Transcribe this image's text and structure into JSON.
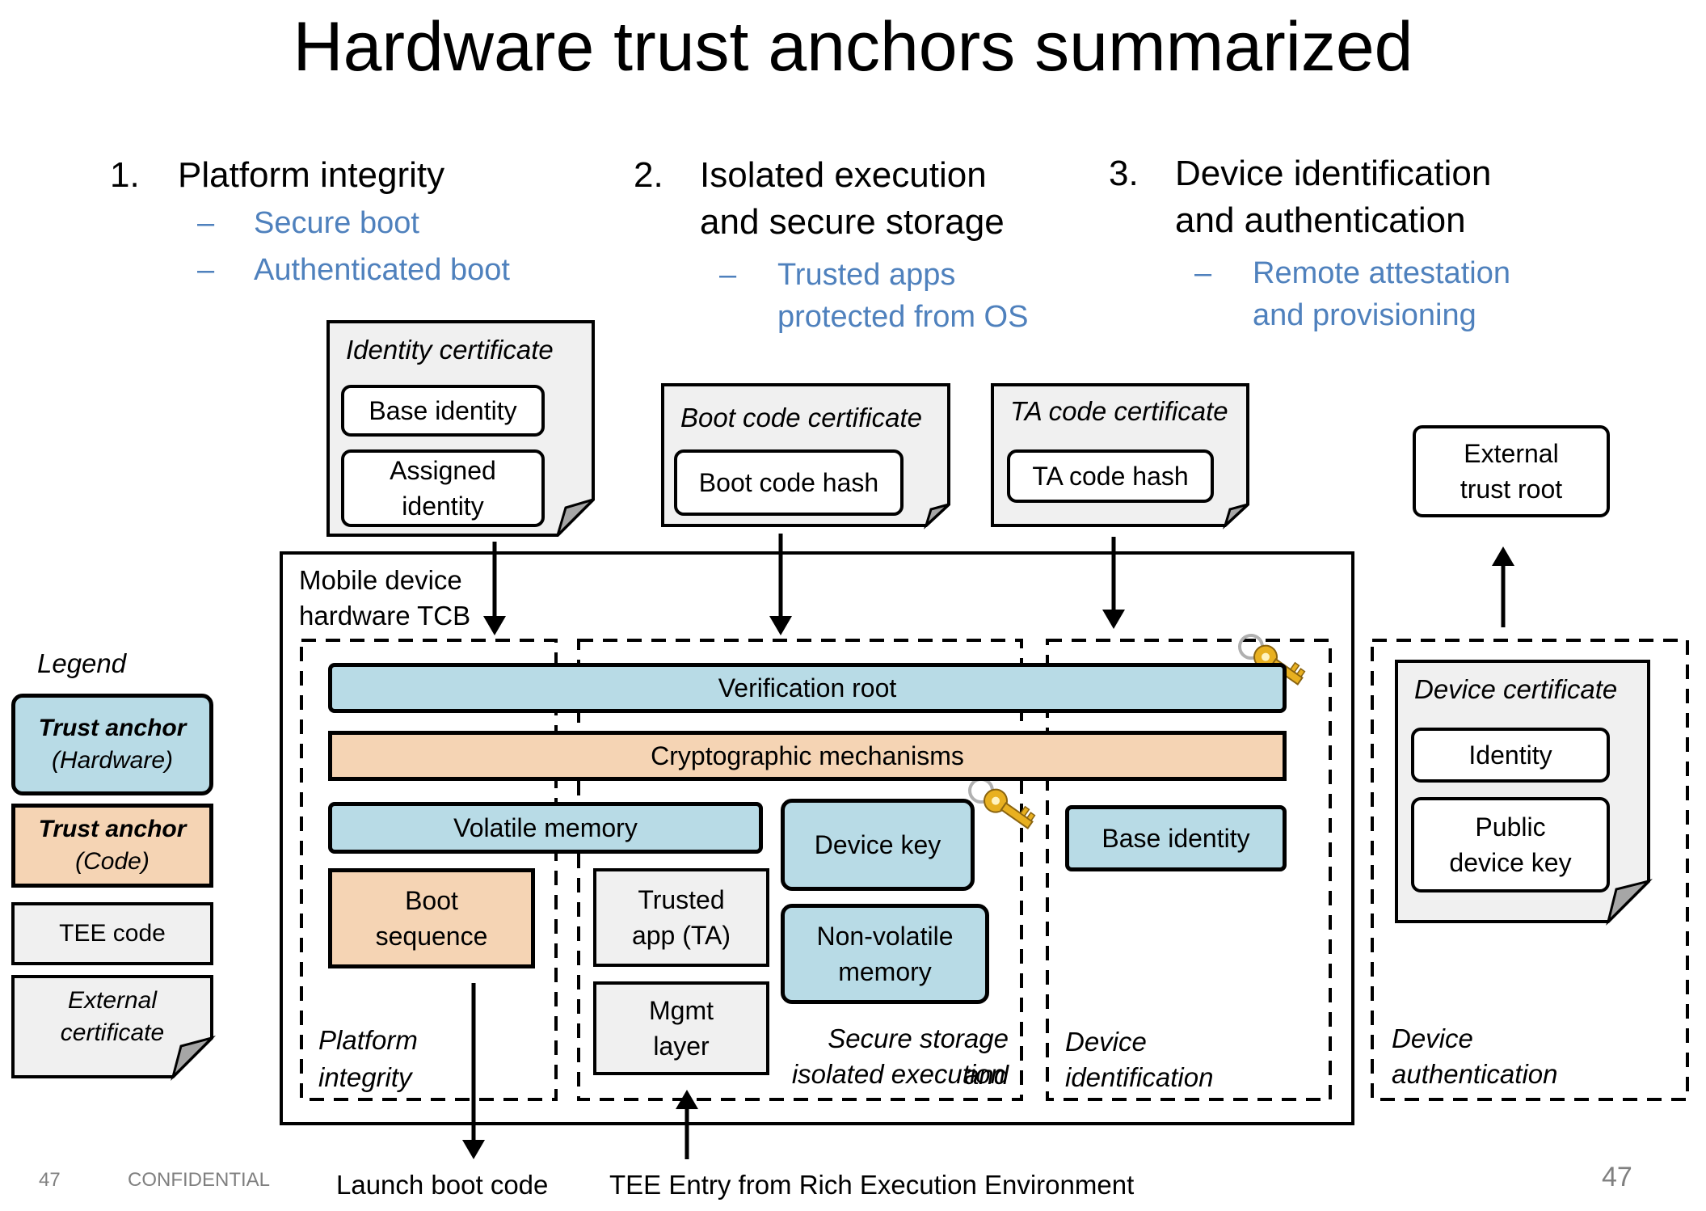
{
  "title": "Hardware trust anchors summarized",
  "columns": [
    {
      "number": "1.",
      "heading_lines": [
        "Platform integrity"
      ],
      "bullets": [
        "Secure boot",
        "Authenticated boot"
      ]
    },
    {
      "number": "2.",
      "heading_lines": [
        "Isolated execution",
        "and secure storage"
      ],
      "bullets": [
        "Trusted apps",
        "protected from OS"
      ]
    },
    {
      "number": "3.",
      "heading_lines": [
        "Device identification",
        "and authentication"
      ],
      "bullets": [
        "Remote attestation",
        "and provisioning"
      ]
    }
  ],
  "bullet_dash": "–",
  "certificates": {
    "identity": {
      "title": "Identity certificate",
      "items": [
        "Base identity",
        "Assigned identity"
      ]
    },
    "boot_code": {
      "title": "Boot code certificate",
      "items": [
        "Boot code hash"
      ]
    },
    "ta_code": {
      "title": "TA code certificate",
      "items": [
        "TA code hash"
      ]
    },
    "device": {
      "title": "Device certificate",
      "items": [
        "Identity",
        "Public device key"
      ]
    }
  },
  "external_trust_root": "External trust root",
  "tcb_label": [
    "Mobile device",
    "hardware TCB"
  ],
  "blocks": {
    "verification_root": "Verification root",
    "crypto_mechanisms": "Cryptographic mechanisms",
    "volatile_memory": "Volatile memory",
    "device_key": "Device key",
    "base_identity": "Base identity",
    "boot_sequence": "Boot sequence",
    "trusted_app": "Trusted app (TA)",
    "mgmt_layer": "Mgmt layer",
    "non_volatile_memory": "Non-volatile memory"
  },
  "region_labels": {
    "platform_integrity": [
      "Platform",
      "integrity"
    ],
    "secure_storage": [
      "Secure storage and",
      "isolated execution"
    ],
    "device_identification": [
      "Device",
      "identification"
    ],
    "device_authentication": [
      "Device",
      "authentication"
    ]
  },
  "legend": {
    "title": "Legend",
    "hw_anchor": [
      "Trust anchor",
      "(Hardware)"
    ],
    "code_anchor": [
      "Trust anchor",
      "(Code)"
    ],
    "tee_code": "TEE code",
    "external_cert": [
      "External",
      "certificate"
    ]
  },
  "bottom_labels": {
    "launch_boot_code": "Launch boot code",
    "tee_entry": "TEE Entry from Rich Execution Environment"
  },
  "footer": {
    "left_number": "47",
    "confidential": "CONFIDENTIAL",
    "page_number": "47"
  },
  "colors": {
    "hardware_anchor": "#b8dbe6",
    "code_anchor": "#f5d4b4",
    "tee_code": "#f0f0f0",
    "bullet_text": "#4f81bd",
    "key_gold": "#e8b020"
  },
  "icons": [
    "key-icon",
    "key-icon"
  ]
}
